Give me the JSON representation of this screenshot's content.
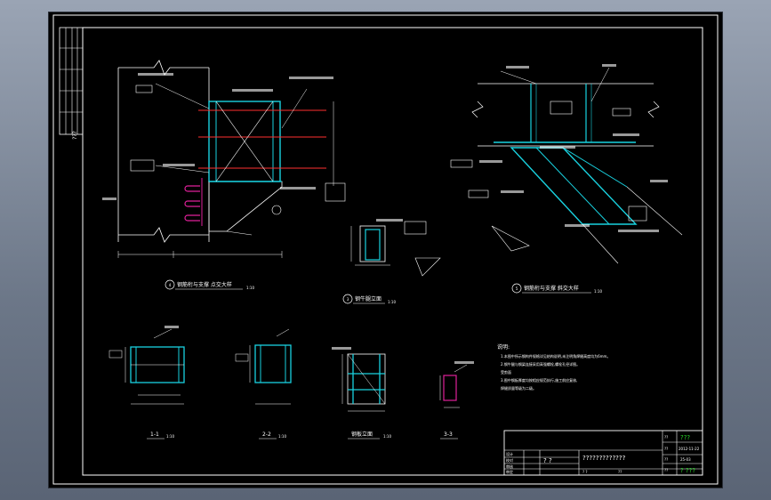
{
  "sidebar": {
    "code": "???"
  },
  "views": {
    "node1": {
      "number": "4",
      "title": "钢筋桁与支撑 点交大样",
      "scale": "1:10"
    },
    "node2": {
      "number": "5",
      "title": "钢筋桁与支撑 斜交大样",
      "scale": "1:10"
    },
    "elev": {
      "number": "3",
      "title": "钢牛腿立面",
      "scale": "1:10"
    },
    "s11": {
      "title": "1-1",
      "scale": "1:10"
    },
    "s22": {
      "title": "2-2",
      "scale": "1:10"
    },
    "plate": {
      "title": "钢板立面",
      "scale": "1:10"
    },
    "s33": {
      "title": "3-3"
    }
  },
  "notes": {
    "heading": "说明:",
    "lines": [
      "1.本图中所示钢构件规格详见结构说明,未注明角焊缝高度均为6mm。",
      "2.钢牛腿与钢梁连接采用高强螺栓,螺栓孔径详图。",
      "  受剪面",
      "3.图中钢板厚度均按相应规范执行,施工前应复核,",
      "  焊缝质量等级为二级。"
    ]
  },
  "title_block": {
    "drawing_title": "?????????????",
    "project": "? ?",
    "sheet_label_1": "??",
    "sheet_value_1": "???",
    "sheet_label_2": "??",
    "date": "2012-11-22",
    "sheet_label_3": "??",
    "page": "25-03",
    "sheet_label_4": "??",
    "revision": "? ???",
    "role_1": "设计",
    "role_2": "校对",
    "role_3": "审核",
    "role_4": "审定",
    "bottom_a": "? ?",
    "bottom_b": "??"
  },
  "colors": {
    "frame": "#ffffff",
    "member": "#19d2e0",
    "weld": "#e0209a",
    "rebar": "#ff3030",
    "background": "#000000"
  }
}
